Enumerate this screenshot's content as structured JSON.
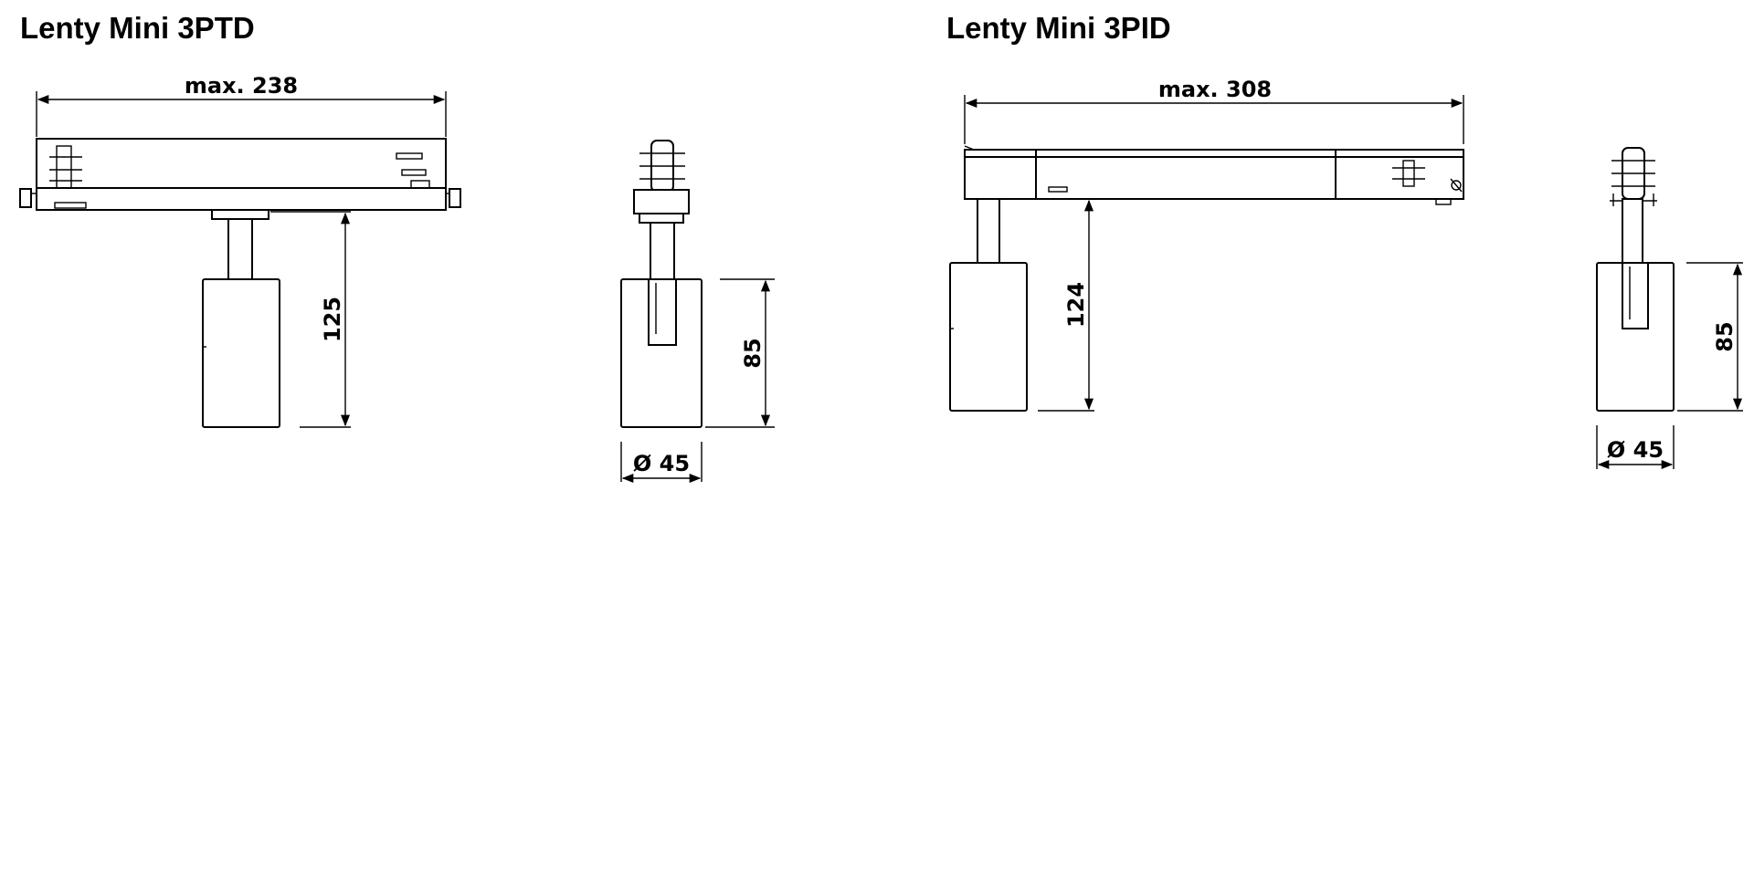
{
  "drawings": [
    {
      "title": "Lenty Mini 3PTD",
      "dimensions": {
        "length_label": "max. 238",
        "height_label": "125",
        "head_height_label": "85",
        "diameter_label": "Ø 45"
      }
    },
    {
      "title": "Lenty Mini 3PID",
      "dimensions": {
        "length_label": "max. 308",
        "height_label": "124",
        "head_height_label": "85",
        "diameter_label": "Ø 45"
      }
    }
  ]
}
